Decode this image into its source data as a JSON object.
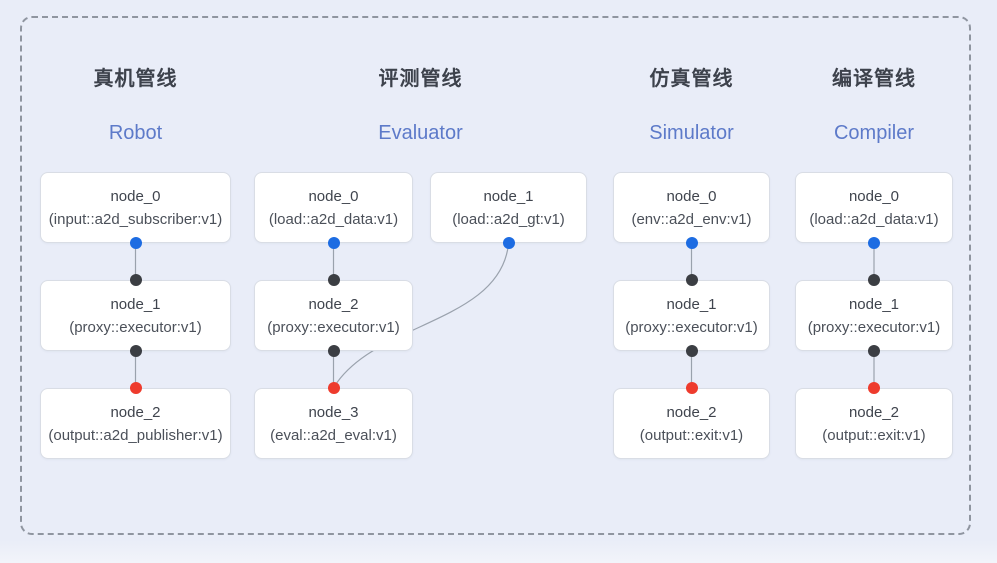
{
  "colors": {
    "background": "#e9edf8",
    "dashed_border": "#8f95a0",
    "node_bg": "#ffffff",
    "node_border": "#d9dde5",
    "node_name": "#3f444d",
    "node_param": "#4b5059",
    "header_zh": "#3d424c",
    "header_en": "#5d7ac9",
    "line": "#9aa2ad",
    "port_blue": "#1d6ce2",
    "port_black": "#3b3e43",
    "port_red": "#ee3b2d"
  },
  "pipelines": [
    {
      "title_zh": "真机管线",
      "title_en": "Robot",
      "nodes": [
        {
          "name": "node_0",
          "param": "(input::a2d_subscriber:v1)"
        },
        {
          "name": "node_1",
          "param": "(proxy::executor:v1)"
        },
        {
          "name": "node_2",
          "param": "(output::a2d_publisher:v1)"
        }
      ]
    },
    {
      "title_zh": "评测管线",
      "title_en": "Evaluator",
      "nodes": [
        {
          "name": "node_0",
          "param": "(load::a2d_data:v1)"
        },
        {
          "name": "node_1",
          "param": "(load::a2d_gt:v1)"
        },
        {
          "name": "node_2",
          "param": "(proxy::executor:v1)"
        },
        {
          "name": "node_3",
          "param": "(eval::a2d_eval:v1)"
        }
      ]
    },
    {
      "title_zh": "仿真管线",
      "title_en": "Simulator",
      "nodes": [
        {
          "name": "node_0",
          "param": "(env::a2d_env:v1)"
        },
        {
          "name": "node_1",
          "param": "(proxy::executor:v1)"
        },
        {
          "name": "node_2",
          "param": "(output::exit:v1)"
        }
      ]
    },
    {
      "title_zh": "编译管线",
      "title_en": "Compiler",
      "nodes": [
        {
          "name": "node_0",
          "param": "(load::a2d_data:v1)"
        },
        {
          "name": "node_1",
          "param": "(proxy::executor:v1)"
        },
        {
          "name": "node_2",
          "param": "(output::exit:v1)"
        }
      ]
    }
  ]
}
